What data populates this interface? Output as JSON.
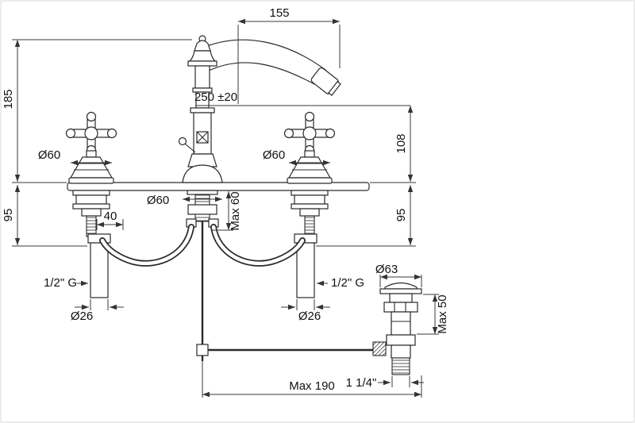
{
  "dims": {
    "spout_reach": "155",
    "total_height": "185",
    "spout_height_range": "250 ±20",
    "outlet_height": "108",
    "left_handle_dia": "Ø60",
    "right_handle_dia": "Ø60",
    "center_base_dia": "Ø60",
    "max_deck_thickness": "Max 60",
    "left_underdeck": "95",
    "right_underdeck": "95",
    "hose_offset": "40",
    "left_thread": "1/2\" G",
    "right_thread": "1/2\" G",
    "left_pipe_dia": "Ø26",
    "right_pipe_dia": "Ø26",
    "waste_flange_dia": "Ø63",
    "waste_max_thickness": "Max 50",
    "waste_thread": "1 1/4\"",
    "rod_max_reach": "Max 190"
  }
}
